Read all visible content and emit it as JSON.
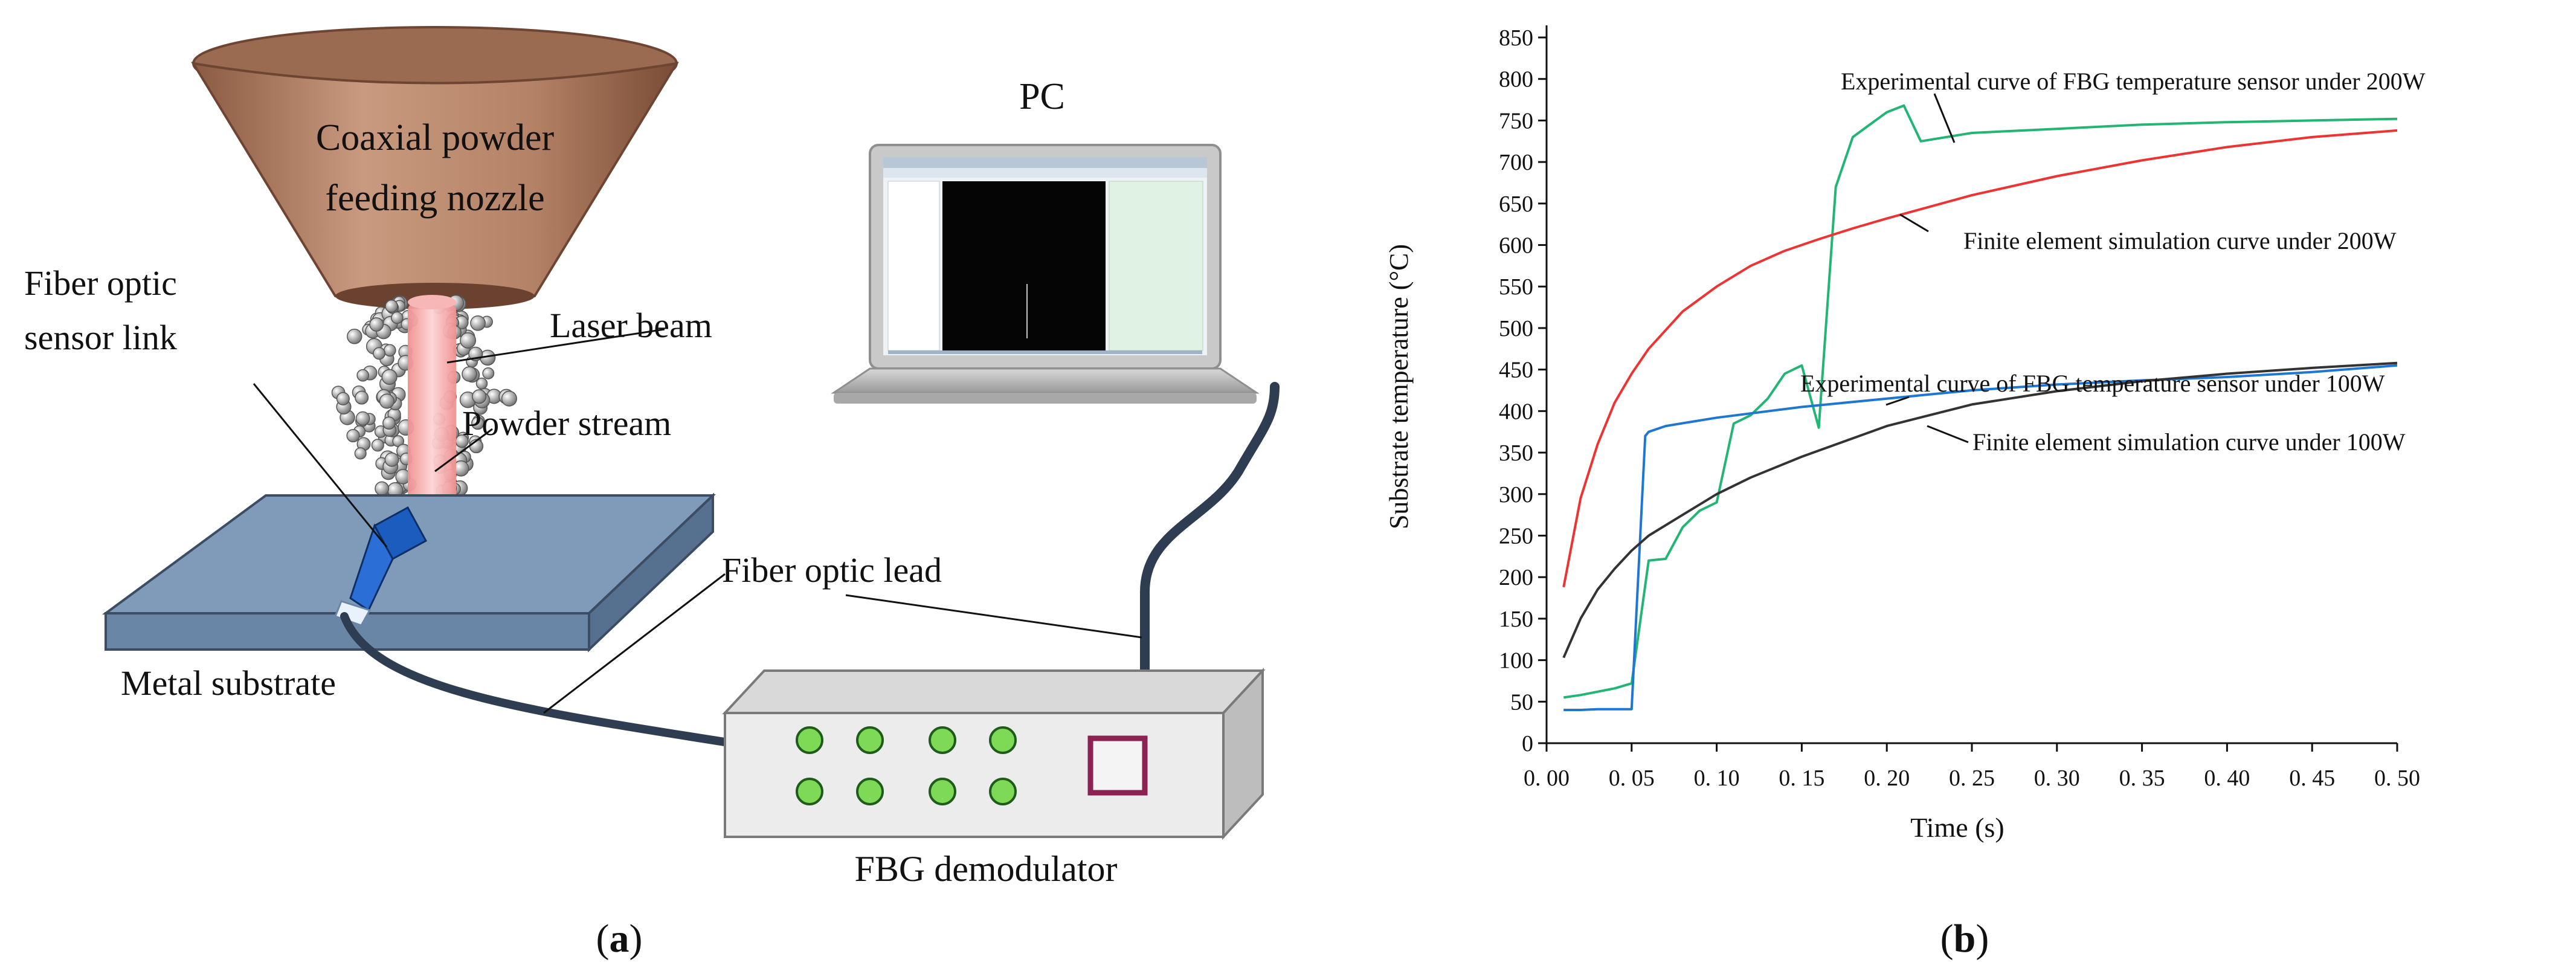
{
  "panel_a": {
    "nozzle_label_line1": "Coaxial powder",
    "nozzle_label_line2": "feeding nozzle",
    "fiber_optic_sensor_line1": "Fiber optic",
    "fiber_optic_sensor_line2": "sensor link",
    "laser_beam": "Laser beam",
    "powder_stream": "Powder stream",
    "metal_substrate": "Metal substrate",
    "fiber_optic_lead": "Fiber optic lead",
    "pc": "PC",
    "fbg_demodulator": "FBG demodulator",
    "caption_paren_open": "(",
    "caption_letter": "a",
    "caption_paren_close": ")",
    "colors": {
      "nozzle": "#b88a70",
      "laser": "#f4a8a8",
      "substrate": "#8faac4",
      "sensor": "#1f5fbf",
      "button": "#7ed957",
      "square": "#8b2252",
      "cable": "#2f3d52"
    }
  },
  "panel_b": {
    "caption_paren_open": "(",
    "caption_letter": "b",
    "caption_paren_close": ")",
    "annotations": {
      "exp_200": "Experimental curve of FBG temperature sensor under 200W",
      "fe_200": "Finite element simulation curve under 200W",
      "exp_100": "Experimental curve of FBG temperature sensor under 100W",
      "fe_100": "Finite element simulation curve under 100W"
    }
  },
  "chart_data": {
    "type": "line",
    "title": "",
    "xlabel": "Time (s)",
    "ylabel": "Substrate temperature (°C)",
    "xlim": [
      0.0,
      0.5
    ],
    "ylim": [
      0,
      850
    ],
    "xticks": [
      0.0,
      0.05,
      0.1,
      0.15,
      0.2,
      0.25,
      0.3,
      0.35,
      0.4,
      0.45,
      0.5
    ],
    "xtick_labels": [
      "0. 00",
      "0. 05",
      "0. 10",
      "0. 15",
      "0. 20",
      "0. 25",
      "0. 30",
      "0. 35",
      "0. 40",
      "0. 45",
      "0. 50"
    ],
    "yticks": [
      0,
      50,
      100,
      150,
      200,
      250,
      300,
      350,
      400,
      450,
      500,
      550,
      600,
      650,
      700,
      750,
      800,
      850
    ],
    "ytick_labels": [
      "0",
      "50",
      "100",
      "150",
      "200",
      "250",
      "300",
      "350",
      "400",
      "450",
      "500",
      "550",
      "600",
      "650",
      "700",
      "750",
      "800",
      "850"
    ],
    "grid": false,
    "series": [
      {
        "color": "#22b573",
        "x": [
          0.01,
          0.02,
          0.03,
          0.04,
          0.05,
          0.06,
          0.07,
          0.08,
          0.09,
          0.1,
          0.11,
          0.12,
          0.13,
          0.14,
          0.15,
          0.16,
          0.17,
          0.18,
          0.19,
          0.2,
          0.21,
          0.22,
          0.25,
          0.3,
          0.35,
          0.4,
          0.45,
          0.5
        ],
        "y": [
          55,
          58,
          62,
          66,
          72,
          220,
          222,
          260,
          280,
          290,
          385,
          395,
          415,
          445,
          455,
          380,
          670,
          730,
          745,
          760,
          768,
          725,
          735,
          740,
          745,
          748,
          750,
          752
        ]
      },
      {
        "color": "#ee3333",
        "x": [
          0.01,
          0.02,
          0.03,
          0.04,
          0.05,
          0.06,
          0.08,
          0.1,
          0.12,
          0.14,
          0.16,
          0.18,
          0.2,
          0.25,
          0.3,
          0.35,
          0.4,
          0.45,
          0.5
        ],
        "y": [
          188,
          295,
          360,
          410,
          445,
          475,
          520,
          550,
          575,
          593,
          607,
          620,
          632,
          660,
          683,
          702,
          718,
          730,
          738
        ]
      },
      {
        "color": "#1f77d4",
        "x": [
          0.01,
          0.02,
          0.03,
          0.04,
          0.05,
          0.058,
          0.06,
          0.07,
          0.1,
          0.15,
          0.2,
          0.25,
          0.3,
          0.35,
          0.4,
          0.45,
          0.5
        ],
        "y": [
          40,
          40,
          41,
          41,
          41,
          370,
          375,
          382,
          392,
          405,
          415,
          425,
          432,
          437,
          441,
          447,
          455
        ]
      },
      {
        "color": "#333333",
        "x": [
          0.01,
          0.02,
          0.03,
          0.04,
          0.05,
          0.06,
          0.08,
          0.1,
          0.12,
          0.15,
          0.2,
          0.25,
          0.3,
          0.35,
          0.4,
          0.45,
          0.5
        ],
        "y": [
          103,
          150,
          185,
          210,
          232,
          250,
          275,
          300,
          320,
          345,
          382,
          408,
          424,
          436,
          445,
          452,
          458
        ]
      }
    ]
  }
}
